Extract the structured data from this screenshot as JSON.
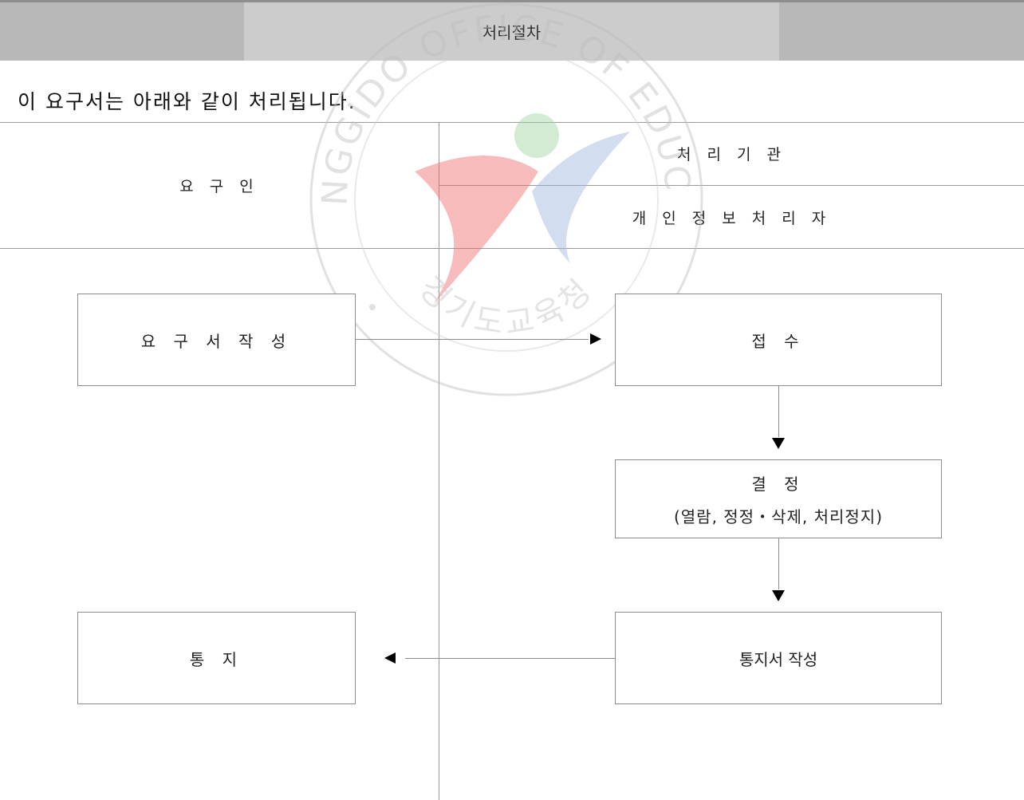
{
  "header": {
    "title": "처리절차"
  },
  "intro": "이 요구서는 아래와 같이 처리됩니다.",
  "columns": {
    "requester": "요 구 인",
    "agency": "처 리 기 관",
    "processor": "개 인 정 보 처 리 자"
  },
  "boxes": {
    "write_request": "요 구 서 작 성",
    "receipt": "접 수",
    "decision_title": "결 정",
    "decision_detail": "(열람, 정정・삭제, 처리정지)",
    "notice": "통 지",
    "write_notice": "통지서 작성"
  },
  "watermark": {
    "text_top": "GYEONGGIDO OFFICE OF EDUCATION",
    "text_bottom": "경기도교육청",
    "colors": {
      "red": "#f06b6b",
      "blue": "#9fb6e0",
      "green": "#9fd39f"
    }
  }
}
